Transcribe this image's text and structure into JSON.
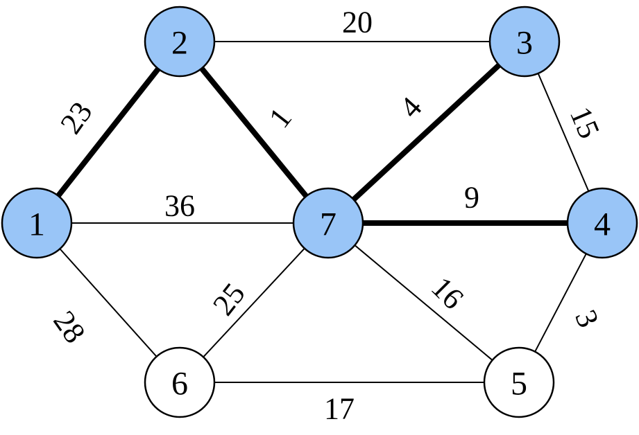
{
  "colors": {
    "selected_fill": "#99c5f7",
    "unselected_fill": "#ffffff",
    "line": "#000000"
  },
  "nodes": [
    {
      "id": "1",
      "label": "1",
      "selected": true
    },
    {
      "id": "2",
      "label": "2",
      "selected": true
    },
    {
      "id": "3",
      "label": "3",
      "selected": true
    },
    {
      "id": "4",
      "label": "4",
      "selected": true
    },
    {
      "id": "5",
      "label": "5",
      "selected": false
    },
    {
      "id": "6",
      "label": "6",
      "selected": false
    },
    {
      "id": "7",
      "label": "7",
      "selected": true
    }
  ],
  "edges": [
    {
      "from": "1",
      "to": "2",
      "weight": "23",
      "bold": true
    },
    {
      "from": "2",
      "to": "3",
      "weight": "20",
      "bold": false
    },
    {
      "from": "2",
      "to": "7",
      "weight": "1",
      "bold": true
    },
    {
      "from": "3",
      "to": "7",
      "weight": "4",
      "bold": true
    },
    {
      "from": "3",
      "to": "4",
      "weight": "15",
      "bold": false
    },
    {
      "from": "1",
      "to": "7",
      "weight": "36",
      "bold": false
    },
    {
      "from": "7",
      "to": "4",
      "weight": "9",
      "bold": true
    },
    {
      "from": "1",
      "to": "6",
      "weight": "28",
      "bold": false
    },
    {
      "from": "7",
      "to": "6",
      "weight": "25",
      "bold": false
    },
    {
      "from": "7",
      "to": "5",
      "weight": "16",
      "bold": false
    },
    {
      "from": "4",
      "to": "5",
      "weight": "3",
      "bold": false
    },
    {
      "from": "6",
      "to": "5",
      "weight": "17",
      "bold": false
    }
  ]
}
